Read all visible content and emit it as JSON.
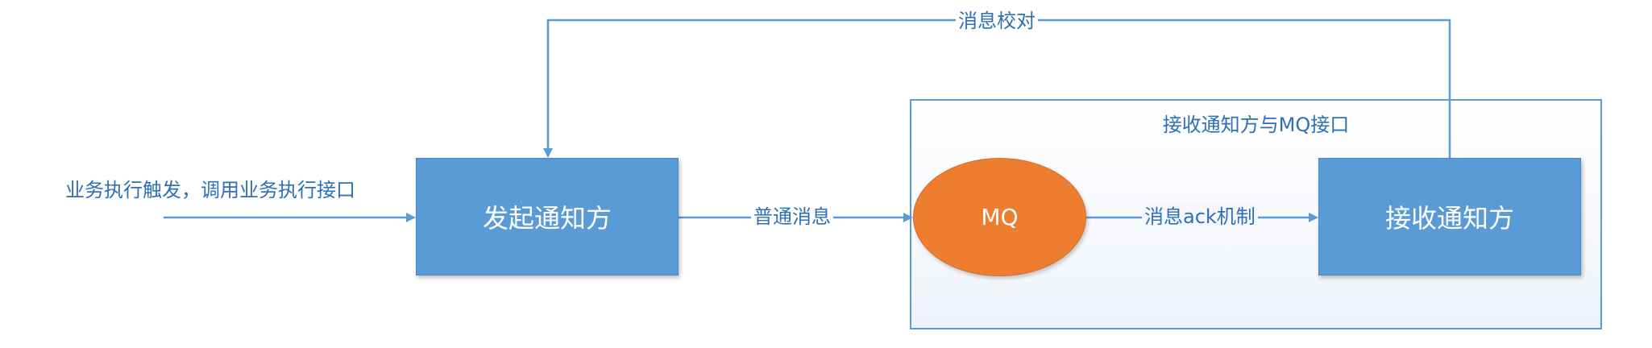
{
  "diagram": {
    "group": {
      "title": "接收通知方与MQ接口"
    },
    "nodes": {
      "sender": "发起通知方",
      "mq": "MQ",
      "receiver": "接收通知方"
    },
    "edges": {
      "trigger": "业务执行触发，调用业务执行接口",
      "normal_message": "普通消息",
      "ack": "消息ack机制",
      "verify": "消息校对"
    },
    "colors": {
      "node_blue": "#5b9bd5",
      "mq_orange": "#ed7d31",
      "line_blue": "#5b9bd5",
      "label_text": "#2e6fb7"
    }
  }
}
